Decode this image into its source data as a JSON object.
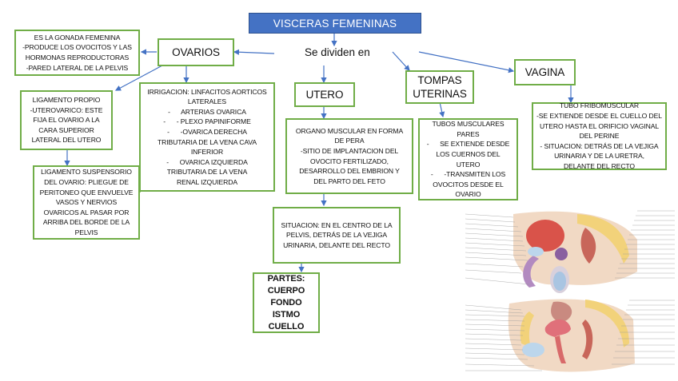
{
  "title": "VISCERAS FEMENINAS",
  "connector": "Se dividen en",
  "nodes": {
    "ovarios": {
      "label": "OVARIOS",
      "description": [
        "ES LA GONADA FEMENINA",
        "-PRODUCE LOS OVOCITOS Y LAS",
        "HORMONAS REPRODUCTORAS",
        "-PARED LATERAL DE LA PELVIS"
      ],
      "ligamento_propio": [
        "LIGAMENTO PROPIO",
        "-UTEROVARICO: ESTE",
        "FIJA EL OVARIO A LA",
        "CARA SUPERIOR",
        "LATERAL DEL UTERO"
      ],
      "ligamento_suspensorio": [
        "LIGAMENTO SUSPENSORIO",
        "DEL OVARIO: PLIEGUE DE",
        "PERITONEO QUE ENVUELVE",
        "VASOS Y NERVIOS",
        "OVARICOS AL PASAR POR",
        "ARRIBA DEL BORDE DE LA",
        "PELVIS"
      ],
      "irrigacion": [
        "IRRIGACION: LINFACITOS AORTICOS",
        "LATERALES",
        "-      ARTERIAS OVARICA",
        "-      - PLEXO PAPINIFORME",
        "-      -OVARICA DERECHA",
        "TRIBUTARIA DE LA VENA CAVA",
        "INFERIOR",
        "-      OVARICA IZQUIERDA",
        "TRIBUTARIA DE LA VENA",
        "RENAL IZQUIERDA"
      ]
    },
    "utero": {
      "label": "UTERO",
      "description": [
        "ORGANO MUSCULAR EN FORMA",
        "DE PERA",
        "-SITIO DE IMPLANTACION DEL",
        "OVOCITO FERTILIZADO,",
        "DESARROLLO DEL EMBRION Y",
        "DEL PARTO DEL FETO"
      ],
      "situacion": [
        "SITUACION: EN EL CENTRO DE LA",
        "PELVIS, DETRÁS DE LA VEJIGA",
        "URINARIA, DELANTE DEL RECTO"
      ],
      "partes": [
        "PARTES:",
        "CUERPO",
        "FONDO",
        "ISTMO",
        "CUELLO"
      ]
    },
    "trompas": {
      "label_lines": [
        "TOMPAS",
        "UTERINAS"
      ],
      "description": [
        "TUBOS MUSCULARES",
        "PARES",
        "-      SE EXTIENDE DESDE",
        "LOS CUERNOS DEL",
        "UTERO",
        "-      -TRANSMITEN LOS",
        "OVOCITOS DESDE EL",
        "OVARIO"
      ]
    },
    "vagina": {
      "label": "VAGINA",
      "description": [
        "TUBO FRIBOMUSCULAR",
        "-SE EXTIENDE DESDE EL CUELLO DEL",
        "UTERO HASTA EL ORIFICIO VAGINAL",
        "DEL PERINE",
        "- SITUACION: DETRÁS DE LA VEJIGA",
        "URINARIA Y DE LA URETRA,",
        "DELANTE DEL RECTO"
      ]
    }
  },
  "figure": {
    "subject": "sagittal pelvis sections (male and female)",
    "colors": {
      "bladder": "#d9534a",
      "uterus": "#e0707a",
      "bone": "#f2d27a",
      "skin": "#e8c3a8",
      "fluid": "#bcd6ec"
    }
  },
  "colors": {
    "title_bg": "#4472c4",
    "box_border": "#70ad47",
    "arrow": "#4472c4"
  }
}
